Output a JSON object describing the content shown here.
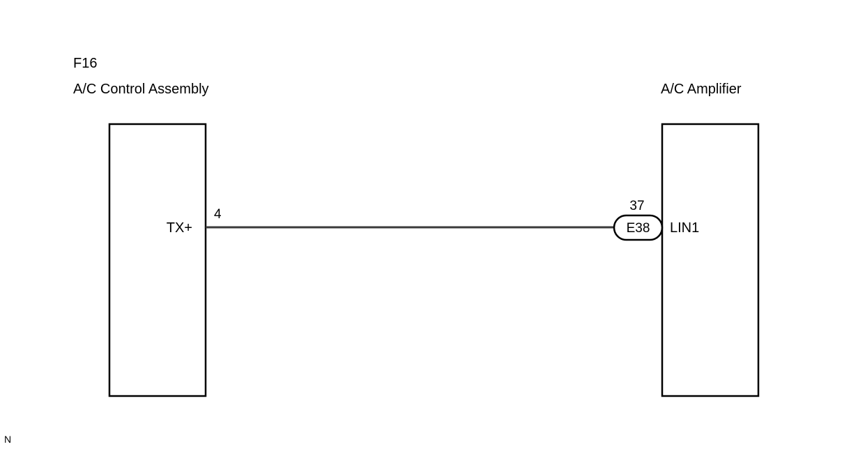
{
  "left_component": {
    "connector_id": "F16",
    "name": "A/C Control Assembly",
    "terminal_name": "TX+",
    "pin_number": "4"
  },
  "right_component": {
    "name": "A/C Amplifier",
    "terminal_name": "LIN1",
    "pin_number": "37",
    "connector_id": "E38"
  },
  "corner_mark": "N",
  "colors": {
    "line": "#000000",
    "wire": "#3a3a3a",
    "background": "#ffffff"
  }
}
